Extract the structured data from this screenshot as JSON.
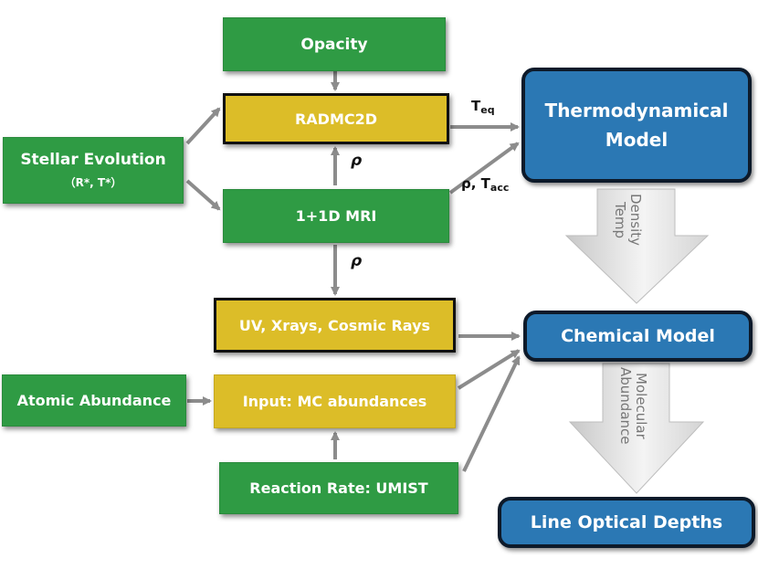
{
  "nodes": {
    "opacity": "Opacity",
    "radmc2d": "RADMC2D",
    "stellar_evolution": "Stellar Evolution",
    "stellar_params": "（R*, T*）",
    "mri": "1+1D MRI",
    "uv_xrays": "UV, Xrays, Cosmic Rays",
    "atomic_abundance": "Atomic Abundance",
    "input_mc": "Input: MC abundances",
    "reaction_rate": "Reaction Rate: UMIST",
    "thermo_model": "Thermodynamical Model",
    "chemical_model": "Chemical Model",
    "line_optical": "Line Optical Depths"
  },
  "edge_labels": {
    "rho_up": "ρ",
    "rho_down": "ρ",
    "teq": "T",
    "teq_sub": "eq",
    "rho_tacc": "ρ, T",
    "tacc_sub": "acc"
  },
  "big_arrows": {
    "density_temp": "Density\nTemp",
    "molecular_abundance": "Molecular\nAbundance"
  },
  "colors": {
    "green": "#2f9b44",
    "gold": "#dcbd28",
    "blue": "#2b78b4",
    "arrow_gray": "#8c8c8c"
  }
}
